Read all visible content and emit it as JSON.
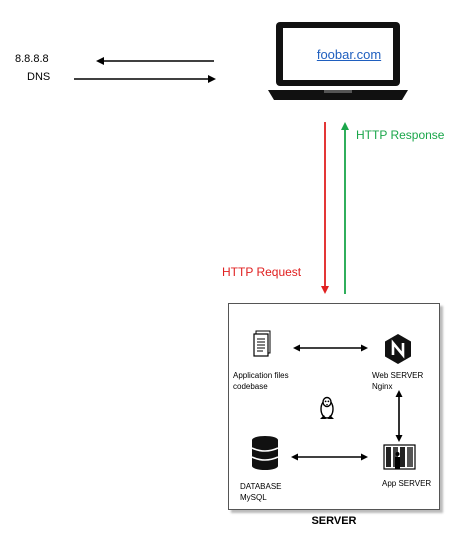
{
  "dns": {
    "ip": "8.8.8.8",
    "label": "DNS"
  },
  "client": {
    "url": "foobar.com"
  },
  "flows": {
    "response": "HTTP Response",
    "request": "HTTP Request"
  },
  "server": {
    "title": "SERVER",
    "app_files_line1": "Application  files",
    "app_files_line2": "codebase",
    "web_server_line1": "Web SERVER",
    "web_server_line2": "Nginx",
    "database_line1": "DATABASE",
    "database_line2": "MySQL",
    "app_server": "App SERVER"
  },
  "colors": {
    "request_arrow": "#e02020",
    "response_arrow": "#1aa64a",
    "link": "#1f5fbf"
  },
  "icons": [
    "laptop-icon",
    "document-icon",
    "nginx-icon",
    "linux-tux-icon",
    "database-icon",
    "server-rack-icon"
  ]
}
